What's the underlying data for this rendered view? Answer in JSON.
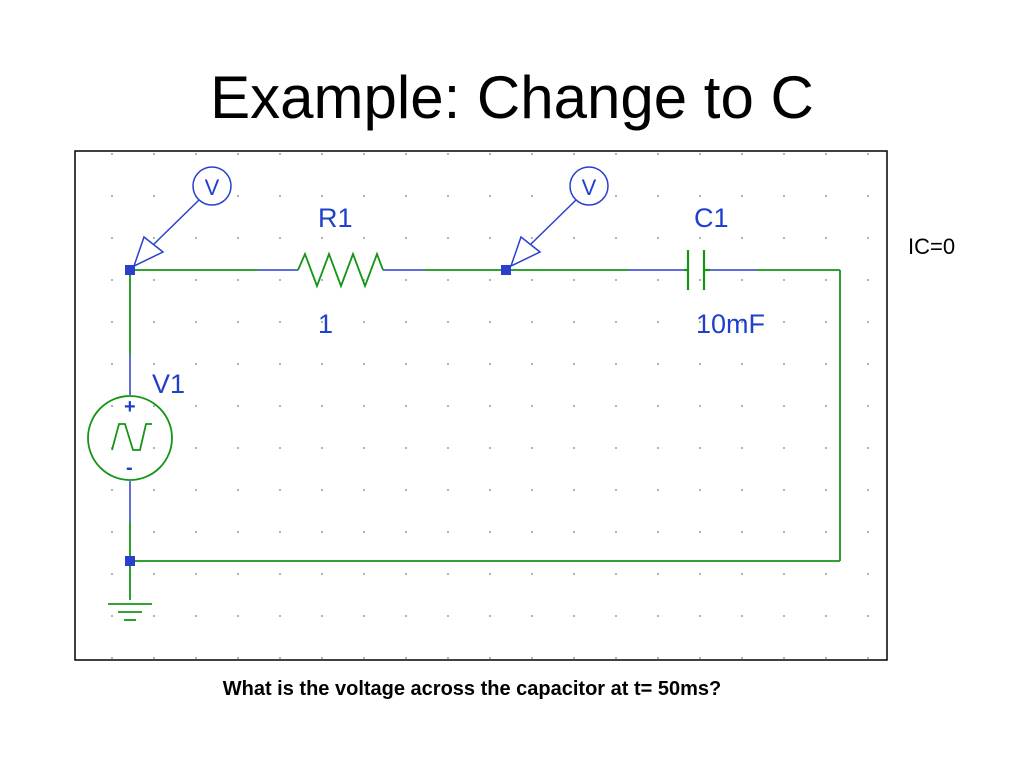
{
  "slide": {
    "title": "Example: Change to C",
    "note": "IC=0",
    "question": "What is the voltage across the capacitor at t= 50ms?"
  },
  "schematic": {
    "resistor": {
      "ref": "R1",
      "value": "1"
    },
    "capacitor": {
      "ref": "C1",
      "value": "10mF"
    },
    "source": {
      "ref": "V1",
      "plus": "+",
      "minus": "-"
    },
    "probe_symbol": "V",
    "colors": {
      "wire": "#159515",
      "part_label": "#1f3fcc",
      "probe": "#2b3fcf",
      "grid": "#9a9a9a",
      "frame": "#000000"
    }
  }
}
